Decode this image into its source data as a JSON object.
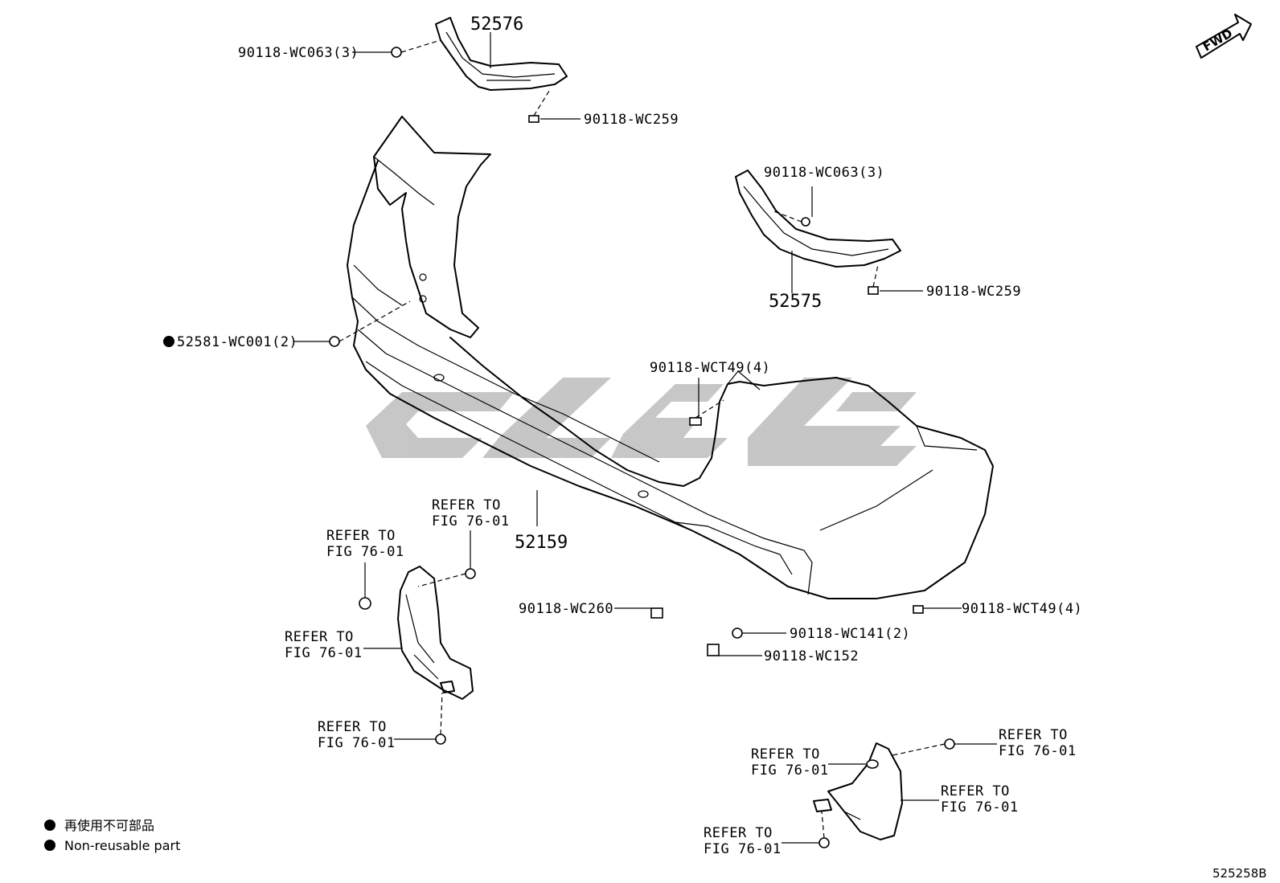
{
  "diagram": {
    "fwd_label": "FWD",
    "figure_code": "525258B",
    "watermark_color": "#bdbdbd",
    "parts": {
      "bumper_cover": "52159",
      "left_retainer": "52576",
      "right_retainer": "52575"
    },
    "callouts": {
      "screw_left_top": "90118-WC063(3)",
      "screw_left_bottom": "90118-WC259",
      "screw_right_top": "90118-WC063(3)",
      "screw_right_bottom": "90118-WC259",
      "plug": "52581-WC001(2)",
      "bolt_center": "90118-WCT49(4)",
      "bolt_right": "90118-WCT49(4)",
      "clip_bottom": "90118-WC260",
      "screw_lower": "90118-WC141(2)",
      "nut_lower": "90118-WC152"
    },
    "refer_lines": {
      "line1": "REFER TO",
      "line2": "FIG 76-01"
    },
    "legend": {
      "japanese": "再使用不可部品",
      "english": "Non-reusable part"
    }
  }
}
